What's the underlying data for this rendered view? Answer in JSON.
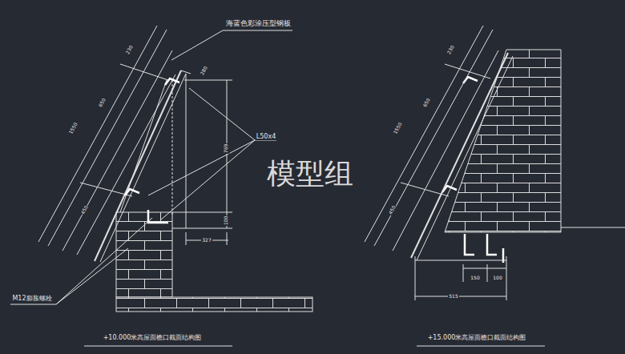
{
  "diagram": {
    "labels": [
      "海蓝色彩涂压型钢板",
      "230",
      "1550",
      "650",
      "450",
      "280",
      "769",
      "100",
      "327",
      "L50x4",
      "M12膨胀螺栓",
      "+10.000米高屋面檐口截面结构图",
      "230",
      "1550",
      "650",
      "450",
      "150",
      "100",
      "515",
      "+15.000米高屋面檐口截面结构图",
      "模型组"
    ]
  }
}
